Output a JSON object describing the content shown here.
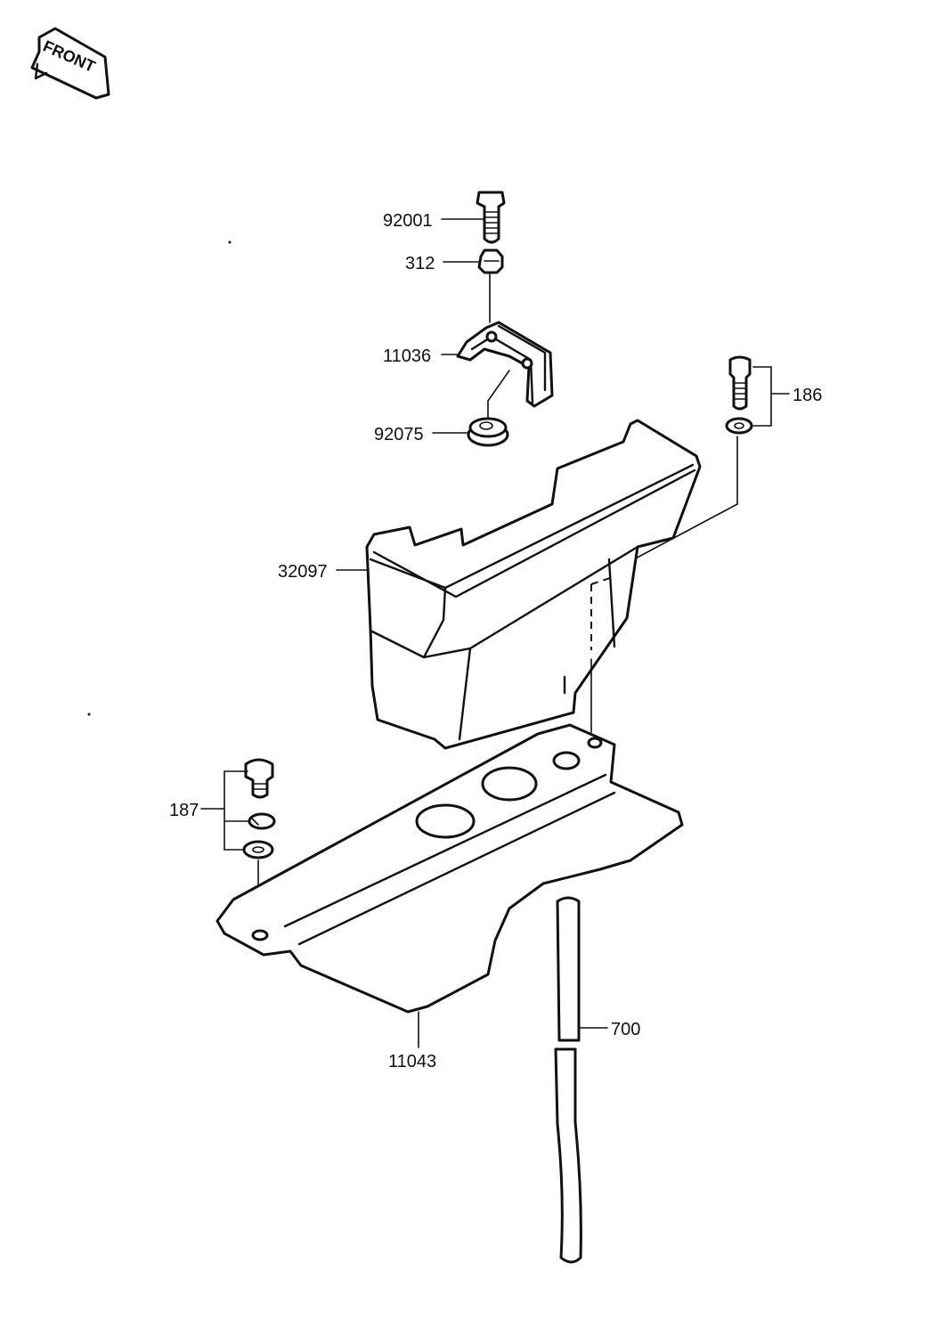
{
  "front_badge": {
    "text": "FRONT"
  },
  "labels": {
    "p92001": "92001",
    "p312": "312",
    "p11036": "11036",
    "p92075": "92075",
    "p186": "186",
    "p32097": "32097",
    "p187": "187",
    "p11043": "11043",
    "p700": "700"
  }
}
